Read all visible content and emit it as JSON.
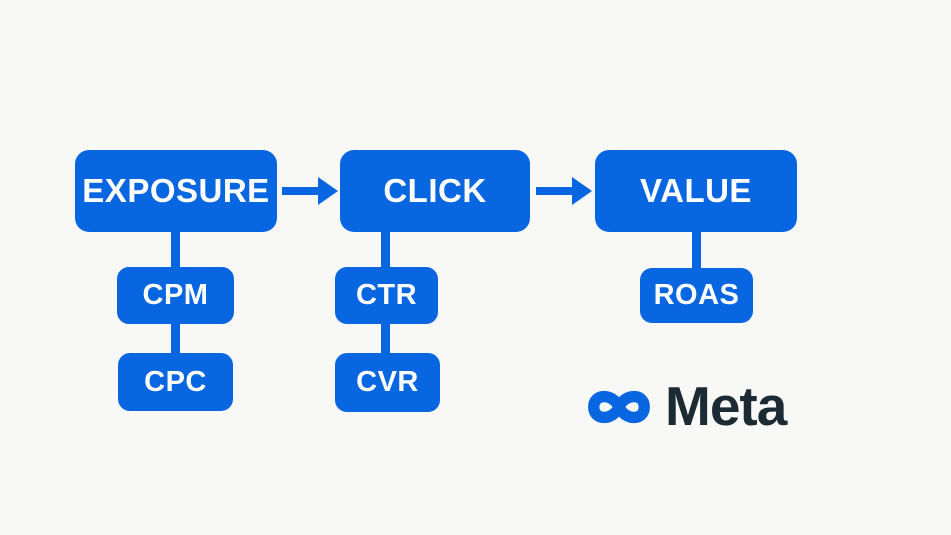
{
  "diagram": {
    "stages": [
      {
        "label": "EXPOSURE",
        "metrics": [
          "CPM",
          "CPC"
        ]
      },
      {
        "label": "CLICK",
        "metrics": [
          "CTR",
          "CVR"
        ]
      },
      {
        "label": "VALUE",
        "metrics": [
          "ROAS"
        ]
      }
    ]
  },
  "branding": {
    "logo_icon": "meta-infinity-icon",
    "wordmark": "Meta"
  },
  "colors": {
    "accent_blue": "#0866E0",
    "box_text": "#FFFFFF",
    "wordmark_dark": "#1C2B33",
    "background": "#F8F8F7"
  }
}
